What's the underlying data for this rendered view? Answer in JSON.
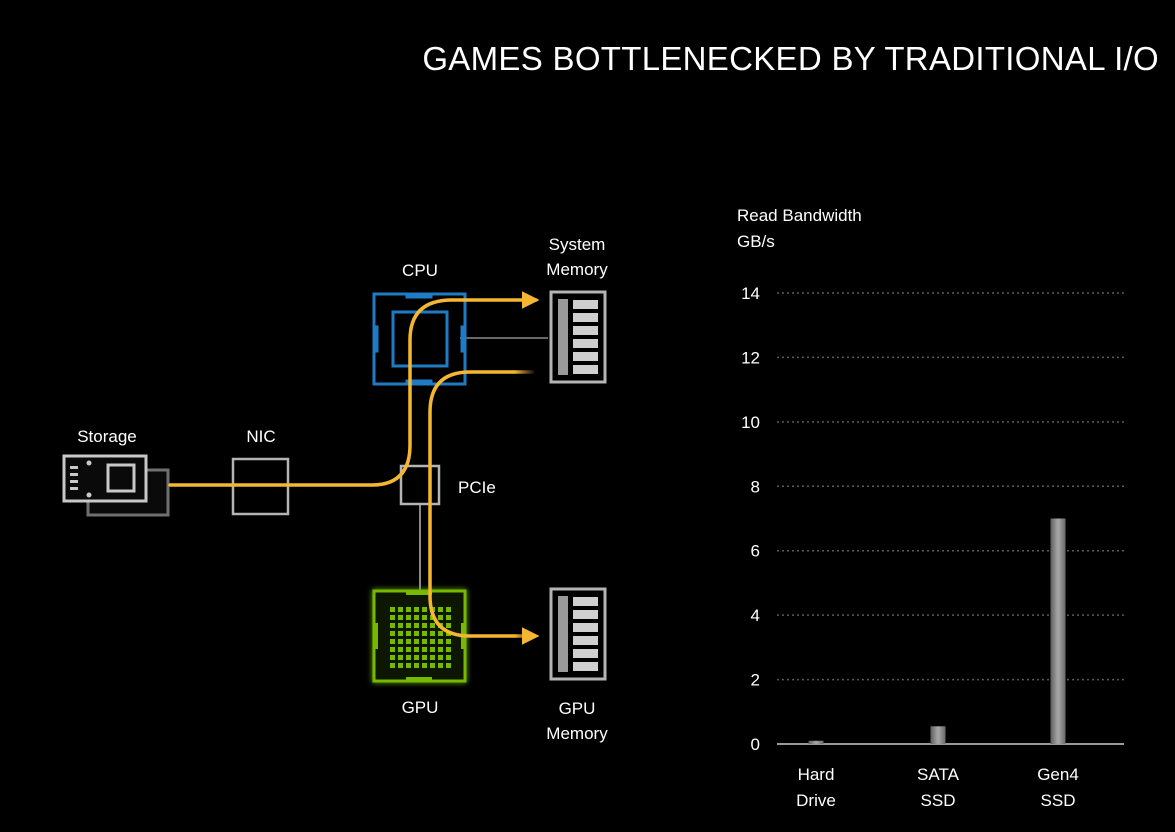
{
  "title": "GAMES BOTTLENECKED BY TRADITIONAL I/O",
  "diagram": {
    "nodes": {
      "storage": "Storage",
      "nic": "NIC",
      "cpu": "CPU",
      "system_memory": [
        "System",
        "Memory"
      ],
      "pcie": "PCIe",
      "gpu": "GPU",
      "gpu_memory": [
        "GPU",
        "Memory"
      ]
    },
    "colors": {
      "data_path": "#f5b731",
      "cpu": "#1f7cc4",
      "gpu": "#76b900",
      "outline": "#b4b4b4"
    },
    "icons": [
      "storage-drive-icon",
      "nic-box-icon",
      "cpu-chip-icon",
      "memory-module-icon",
      "pcie-switch-icon",
      "gpu-chip-icon"
    ]
  },
  "chart_data": {
    "type": "bar",
    "ylabel": [
      "Read Bandwidth",
      "GB/s"
    ],
    "ylim": [
      0,
      14
    ],
    "yticks": [
      0,
      2,
      4,
      6,
      8,
      10,
      12,
      14
    ],
    "grid": true,
    "categories": [
      [
        "Hard",
        "Drive"
      ],
      [
        "SATA",
        "SSD"
      ],
      [
        "Gen4",
        "SSD"
      ]
    ],
    "values": [
      0.1,
      0.55,
      7.0
    ],
    "bar_color": "#9a9a9a"
  }
}
